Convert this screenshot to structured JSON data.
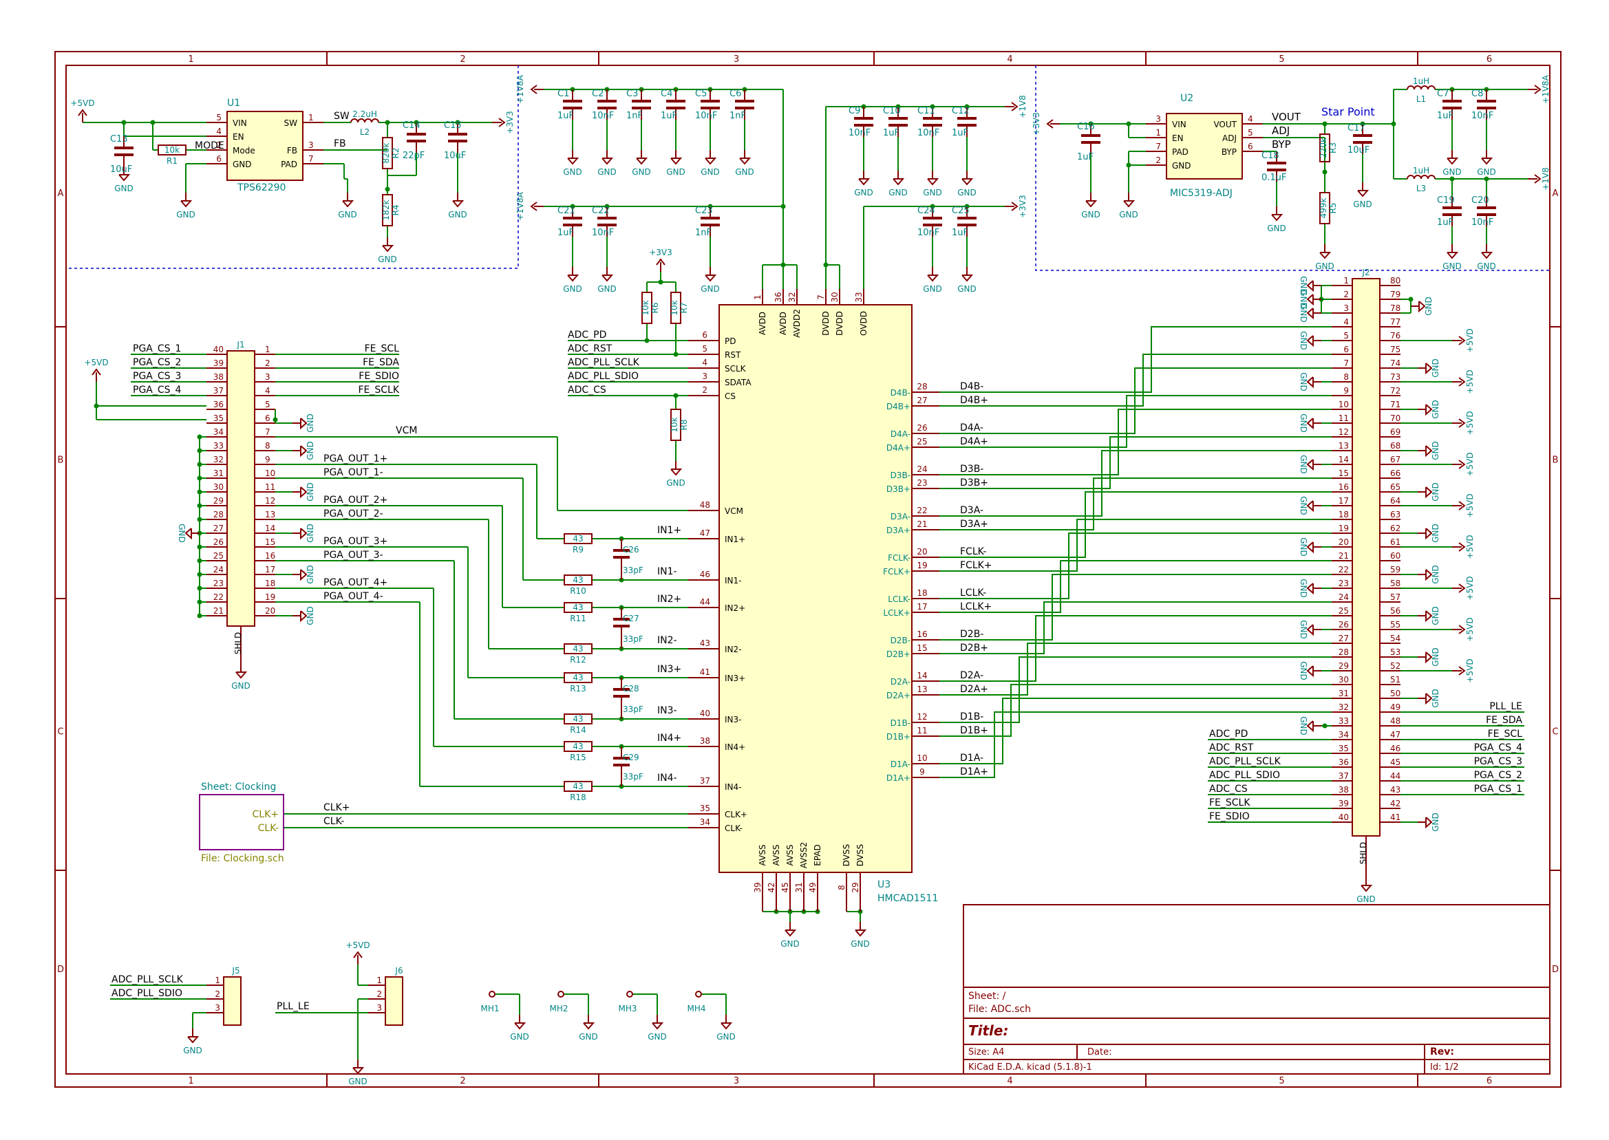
{
  "colors": {
    "frame": "#840000",
    "wire": "#008400",
    "label": "#000000",
    "pin": "#840000",
    "pinnum": "#840000",
    "ref": "#008484",
    "value": "#008484",
    "power": "#008484",
    "sheet": "#840084",
    "sheetpin": "#848400",
    "bus": "#0000c8",
    "dash": "#0000c8"
  },
  "grid_cols": [
    "1",
    "2",
    "3",
    "4",
    "5",
    "6"
  ],
  "grid_rows": [
    "A",
    "B",
    "C",
    "D"
  ],
  "components": [
    {
      "ref": "U1",
      "value": "TPS62290",
      "pins": [
        {
          "n": "5",
          "name": "VIN"
        },
        {
          "n": "4",
          "name": "EN"
        },
        {
          "n": "2",
          "name": "Mode"
        },
        {
          "n": "6",
          "name": "GND"
        },
        {
          "n": "1",
          "name": "SW"
        },
        {
          "n": "3",
          "name": "FB"
        },
        {
          "n": "7",
          "name": "PAD"
        }
      ]
    },
    {
      "ref": "U2",
      "value": "MIC5319-ADJ",
      "pins": [
        {
          "n": "3",
          "name": "VIN"
        },
        {
          "n": "1",
          "name": "EN"
        },
        {
          "n": "7",
          "name": "PAD"
        },
        {
          "n": "2",
          "name": "GND"
        },
        {
          "n": "4",
          "name": "VOUT"
        },
        {
          "n": "5",
          "name": "ADJ"
        },
        {
          "n": "6",
          "name": "BYP"
        }
      ]
    },
    {
      "ref": "U3",
      "value": "HMCAD1511"
    },
    {
      "ref": "J1",
      "pin_label": "SHLD"
    },
    {
      "ref": "J2",
      "pin_label": "SHLD"
    },
    {
      "ref": "J5"
    },
    {
      "ref": "J6"
    }
  ],
  "u1_caps": [
    {
      "ref": "C13",
      "val": "10uF"
    },
    {
      "ref": "C14",
      "val": "22pF"
    },
    {
      "ref": "C15",
      "val": "10uF"
    }
  ],
  "u1_misc": {
    "r1": "R1",
    "r1v": "10k",
    "mode": "MODE",
    "l2": "L2",
    "l2v": "2.2uH",
    "r2": "R2",
    "r2v": "820k",
    "r4": "R4",
    "r4v": "182k",
    "sw": "SW",
    "fb": "FB"
  },
  "top_caps_1v8a": [
    {
      "ref": "C1",
      "val": "1uF"
    },
    {
      "ref": "C2",
      "val": "10nF"
    },
    {
      "ref": "C3",
      "val": "1nF"
    },
    {
      "ref": "C4",
      "val": "1uF"
    },
    {
      "ref": "C5",
      "val": "10nF"
    },
    {
      "ref": "C6",
      "val": "1nF"
    }
  ],
  "mid_caps_1v8a": [
    {
      "ref": "C21",
      "val": "1uF"
    },
    {
      "ref": "C22",
      "val": "10nF"
    },
    {
      "ref": "C23",
      "val": "1nF"
    }
  ],
  "caps_1v8": [
    {
      "ref": "C9",
      "val": "10nF"
    },
    {
      "ref": "C10",
      "val": "1uF"
    },
    {
      "ref": "C11",
      "val": "10nF"
    },
    {
      "ref": "C12",
      "val": "1uF"
    }
  ],
  "caps_3v3": [
    {
      "ref": "C24",
      "val": "10nF"
    },
    {
      "ref": "C25",
      "val": "1uF"
    }
  ],
  "u2_misc": {
    "c16": "C16",
    "c16v": "1uF",
    "c18": "C18",
    "c18v": "0.1uF",
    "r3": "R3",
    "r3v": "220k",
    "r5": "R5",
    "r5v": "499k",
    "c17": "C17",
    "c17v": "10uF",
    "star": "Star Point",
    "vout": "VOUT",
    "adj": "ADJ",
    "byp": "BYP",
    "u2ref": "U2"
  },
  "u2_right": [
    {
      "ref": "L1",
      "val": "1uH"
    },
    {
      "ref": "L3",
      "val": "1uH"
    },
    {
      "ref": "C7",
      "val": "1uF"
    },
    {
      "ref": "C8",
      "val": "10nF"
    },
    {
      "ref": "C19",
      "val": "1uF"
    },
    {
      "ref": "C20",
      "val": "10nF"
    }
  ],
  "power": {
    "p5vd": "+5VD",
    "p3v3": "+3V3",
    "p1v8a": "+1V8A",
    "p1v8": "+1V8",
    "gnd": "GND"
  },
  "adc_ctrl": {
    "labels": [
      "ADC_PD",
      "ADC_RST",
      "ADC_PLL_SCLK",
      "ADC_PLL_SDIO",
      "ADC_CS"
    ],
    "pins": [
      {
        "n": "6",
        "name": "PD"
      },
      {
        "n": "5",
        "name": "RST"
      },
      {
        "n": "4",
        "name": "SCLK"
      },
      {
        "n": "3",
        "name": "SDATA"
      },
      {
        "n": "2",
        "name": "CS"
      }
    ],
    "r6": "R6",
    "r7": "R7",
    "r8": "R8",
    "rv": "10k"
  },
  "u3_top_pins": [
    {
      "n": "1",
      "name": "AVDD"
    },
    {
      "n": "36",
      "name": "AVDD"
    },
    {
      "n": "32",
      "name": "AVDD2"
    },
    {
      "n": "7",
      "name": "DVDD"
    },
    {
      "n": "30",
      "name": "DVDD"
    },
    {
      "n": "33",
      "name": "OVDD"
    }
  ],
  "u3_bottom_pins": [
    {
      "n": "39",
      "name": "AVSS"
    },
    {
      "n": "42",
      "name": "AVSS"
    },
    {
      "n": "45",
      "name": "AVSS"
    },
    {
      "n": "31",
      "name": "AVSS2"
    },
    {
      "n": "49",
      "name": "EPAD"
    },
    {
      "n": "8",
      "name": "DVSS"
    },
    {
      "n": "29",
      "name": "DVSS"
    }
  ],
  "u3_left_pins": [
    {
      "n": "48",
      "name": "VCM"
    },
    {
      "n": "47",
      "name": "IN1+",
      "net": "IN1+"
    },
    {
      "n": "46",
      "name": "IN1-",
      "net": "IN1-"
    },
    {
      "n": "44",
      "name": "IN2+",
      "net": "IN2+"
    },
    {
      "n": "43",
      "name": "IN2-",
      "net": "IN2-"
    },
    {
      "n": "41",
      "name": "IN3+",
      "net": "IN3+"
    },
    {
      "n": "40",
      "name": "IN3-",
      "net": "IN3-"
    },
    {
      "n": "38",
      "name": "IN4+",
      "net": "IN4+"
    },
    {
      "n": "37",
      "name": "IN4-",
      "net": "IN4-"
    },
    {
      "n": "35",
      "name": "CLK+",
      "net": "CLK+"
    },
    {
      "n": "34",
      "name": "CLK-",
      "net": "CLK-"
    }
  ],
  "in_resistors": [
    {
      "ref": "R9",
      "val": "43"
    },
    {
      "ref": "R10",
      "val": "43"
    },
    {
      "ref": "R11",
      "val": "43"
    },
    {
      "ref": "R12",
      "val": "43"
    },
    {
      "ref": "R13",
      "val": "43"
    },
    {
      "ref": "R14",
      "val": "43"
    },
    {
      "ref": "R15",
      "val": "43"
    },
    {
      "ref": "R18",
      "val": "43"
    }
  ],
  "in_caps": [
    {
      "ref": "C26",
      "val": "33pF"
    },
    {
      "ref": "C27",
      "val": "33pF"
    },
    {
      "ref": "C28",
      "val": "33pF"
    },
    {
      "ref": "C29",
      "val": "33pF"
    }
  ],
  "u3_right_pins": [
    {
      "n": "28",
      "name": "D4B-",
      "net": "D4B-"
    },
    {
      "n": "27",
      "name": "D4B+",
      "net": "D4B+"
    },
    {
      "n": "26",
      "name": "D4A-",
      "net": "D4A-"
    },
    {
      "n": "25",
      "name": "D4A+",
      "net": "D4A+"
    },
    {
      "n": "24",
      "name": "D3B-",
      "net": "D3B-"
    },
    {
      "n": "23",
      "name": "D3B+",
      "net": "D3B+"
    },
    {
      "n": "22",
      "name": "D3A-",
      "net": "D3A-"
    },
    {
      "n": "21",
      "name": "D3A+",
      "net": "D3A+"
    },
    {
      "n": "20",
      "name": "FCLK-",
      "net": "FCLK-"
    },
    {
      "n": "19",
      "name": "FCLK+",
      "net": "FCLK+"
    },
    {
      "n": "18",
      "name": "LCLK-",
      "net": "LCLK-"
    },
    {
      "n": "17",
      "name": "LCLK+",
      "net": "LCLK+"
    },
    {
      "n": "16",
      "name": "D2B-",
      "net": "D2B-"
    },
    {
      "n": "15",
      "name": "D2B+",
      "net": "D2B+"
    },
    {
      "n": "14",
      "name": "D2A-",
      "net": "D2A-"
    },
    {
      "n": "13",
      "name": "D2A+",
      "net": "D2A+"
    },
    {
      "n": "12",
      "name": "D1B-",
      "net": "D1B-"
    },
    {
      "n": "11",
      "name": "D1B+",
      "net": "D1B+"
    },
    {
      "n": "10",
      "name": "D1A-",
      "net": "D1A-"
    },
    {
      "n": "9",
      "name": "D1A+",
      "net": "D1A+"
    }
  ],
  "j1_left": [
    {
      "n": "40",
      "net": "PGA_CS_1"
    },
    {
      "n": "39",
      "net": "PGA_CS_2"
    },
    {
      "n": "38",
      "net": "PGA_CS_3"
    },
    {
      "n": "37",
      "net": "PGA_CS_4"
    },
    {
      "n": "36",
      "net": ""
    },
    {
      "n": "35",
      "net": ""
    },
    {
      "n": "34",
      "net": ""
    },
    {
      "n": "33",
      "net": ""
    },
    {
      "n": "32",
      "net": ""
    },
    {
      "n": "31",
      "net": ""
    },
    {
      "n": "30",
      "net": ""
    },
    {
      "n": "29",
      "net": ""
    },
    {
      "n": "28",
      "net": ""
    },
    {
      "n": "27",
      "net": ""
    },
    {
      "n": "26",
      "net": ""
    },
    {
      "n": "25",
      "net": ""
    },
    {
      "n": "24",
      "net": ""
    },
    {
      "n": "23",
      "net": ""
    },
    {
      "n": "22",
      "net": ""
    },
    {
      "n": "21",
      "net": ""
    }
  ],
  "j1_right": [
    {
      "n": "1",
      "net": "FE_SCL"
    },
    {
      "n": "2",
      "net": "FE_SDA"
    },
    {
      "n": "3",
      "net": "FE_SDIO"
    },
    {
      "n": "4",
      "net": "FE_SCLK"
    },
    {
      "n": "5",
      "net": ""
    },
    {
      "n": "6",
      "net": ""
    },
    {
      "n": "7",
      "net": "VCM"
    },
    {
      "n": "8",
      "net": ""
    },
    {
      "n": "9",
      "net": "PGA_OUT_1+"
    },
    {
      "n": "10",
      "net": "PGA_OUT_1-"
    },
    {
      "n": "11",
      "net": ""
    },
    {
      "n": "12",
      "net": "PGA_OUT_2+"
    },
    {
      "n": "13",
      "net": "PGA_OUT_2-"
    },
    {
      "n": "14",
      "net": ""
    },
    {
      "n": "15",
      "net": "PGA_OUT_3+"
    },
    {
      "n": "16",
      "net": "PGA_OUT_3-"
    },
    {
      "n": "17",
      "net": ""
    },
    {
      "n": "18",
      "net": "PGA_OUT_4+"
    },
    {
      "n": "19",
      "net": "PGA_OUT_4-"
    },
    {
      "n": "20",
      "net": ""
    }
  ],
  "j2_left": [
    {
      "n": "1"
    },
    {
      "n": "2"
    },
    {
      "n": "3"
    },
    {
      "n": "4"
    },
    {
      "n": "5"
    },
    {
      "n": "6"
    },
    {
      "n": "7"
    },
    {
      "n": "8"
    },
    {
      "n": "9"
    },
    {
      "n": "10"
    },
    {
      "n": "11"
    },
    {
      "n": "12"
    },
    {
      "n": "13"
    },
    {
      "n": "14"
    },
    {
      "n": "15"
    },
    {
      "n": "16"
    },
    {
      "n": "17"
    },
    {
      "n": "18"
    },
    {
      "n": "19"
    },
    {
      "n": "20"
    },
    {
      "n": "21"
    },
    {
      "n": "22"
    },
    {
      "n": "23"
    },
    {
      "n": "24"
    },
    {
      "n": "25"
    },
    {
      "n": "26"
    },
    {
      "n": "27"
    },
    {
      "n": "28"
    },
    {
      "n": "29"
    },
    {
      "n": "30"
    },
    {
      "n": "31"
    },
    {
      "n": "32"
    },
    {
      "n": "33"
    },
    {
      "n": "34",
      "net": "ADC_PD"
    },
    {
      "n": "35",
      "net": "ADC_RST"
    },
    {
      "n": "36",
      "net": "ADC_PLL_SCLK"
    },
    {
      "n": "37",
      "net": "ADC_PLL_SDIO"
    },
    {
      "n": "38",
      "net": "ADC_CS"
    },
    {
      "n": "39",
      "net": "FE_SCLK"
    },
    {
      "n": "40",
      "net": "FE_SDIO"
    }
  ],
  "j2_right": [
    {
      "n": "80"
    },
    {
      "n": "79"
    },
    {
      "n": "78"
    },
    {
      "n": "77"
    },
    {
      "n": "76"
    },
    {
      "n": "75"
    },
    {
      "n": "74"
    },
    {
      "n": "73"
    },
    {
      "n": "72"
    },
    {
      "n": "71"
    },
    {
      "n": "70"
    },
    {
      "n": "69"
    },
    {
      "n": "68"
    },
    {
      "n": "67"
    },
    {
      "n": "66"
    },
    {
      "n": "65"
    },
    {
      "n": "64"
    },
    {
      "n": "63"
    },
    {
      "n": "62"
    },
    {
      "n": "61"
    },
    {
      "n": "60"
    },
    {
      "n": "59"
    },
    {
      "n": "58"
    },
    {
      "n": "57"
    },
    {
      "n": "56"
    },
    {
      "n": "55"
    },
    {
      "n": "54"
    },
    {
      "n": "53"
    },
    {
      "n": "52"
    },
    {
      "n": "51"
    },
    {
      "n": "50"
    },
    {
      "n": "49",
      "net": "PLL_LE"
    },
    {
      "n": "48",
      "net": "FE_SDA"
    },
    {
      "n": "47",
      "net": "FE_SCL"
    },
    {
      "n": "46",
      "net": "PGA_CS_4"
    },
    {
      "n": "45",
      "net": "PGA_CS_3"
    },
    {
      "n": "44",
      "net": "PGA_CS_2"
    },
    {
      "n": "43",
      "net": "PGA_CS_1"
    },
    {
      "n": "42"
    },
    {
      "n": "41"
    }
  ],
  "sheet_box": {
    "title": "Sheet: Clocking",
    "file": "File: Clocking.sch",
    "pins": [
      "CLK+",
      "CLK-"
    ]
  },
  "j5": {
    "pins": [
      "1",
      "2",
      "3"
    ],
    "nets": [
      "ADC_PLL_SCLK",
      "ADC_PLL_SDIO"
    ]
  },
  "j6": {
    "pins": [
      "1",
      "2",
      "3"
    ],
    "nets": [
      "PLL_LE"
    ]
  },
  "mounting": [
    "MH1",
    "MH2",
    "MH3",
    "MH4"
  ],
  "title_block": {
    "sheet": "Sheet: /",
    "file": "File: ADC.sch",
    "title": "Title:",
    "size": "Size: A4",
    "date": "Date:",
    "rev": "Rev:",
    "tool": "KiCad E.D.A.  kicad (5.1.8)-1",
    "id": "Id: 1/2"
  }
}
